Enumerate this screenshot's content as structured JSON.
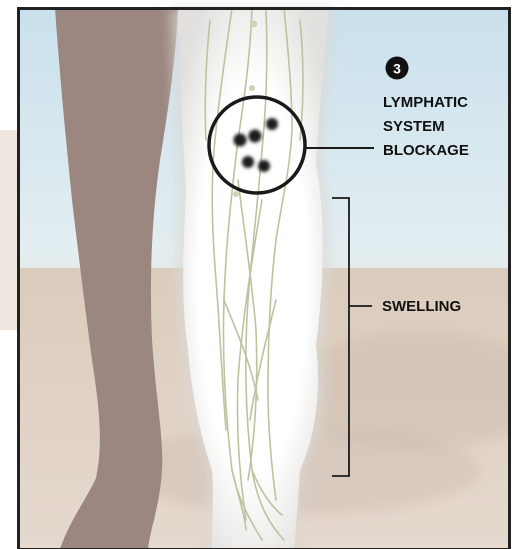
{
  "step": {
    "number": "3"
  },
  "labels": {
    "blockage_lines": [
      "LYMPHATIC",
      "SYSTEM",
      "BLOCKAGE"
    ],
    "swelling": "SWELLING"
  },
  "colors": {
    "sky_top": "#cfe3ee",
    "sky_bottom": "#eef3f1",
    "ground": "#d8c9bb",
    "healthy_leg": "#9a8680",
    "swollen_leg": "#f2efec",
    "lymph_vessels": "#bfc6a5",
    "lymph_nodes": "#1a1a1a",
    "frame": "#222222"
  },
  "icons": [
    "step-number-badge"
  ]
}
